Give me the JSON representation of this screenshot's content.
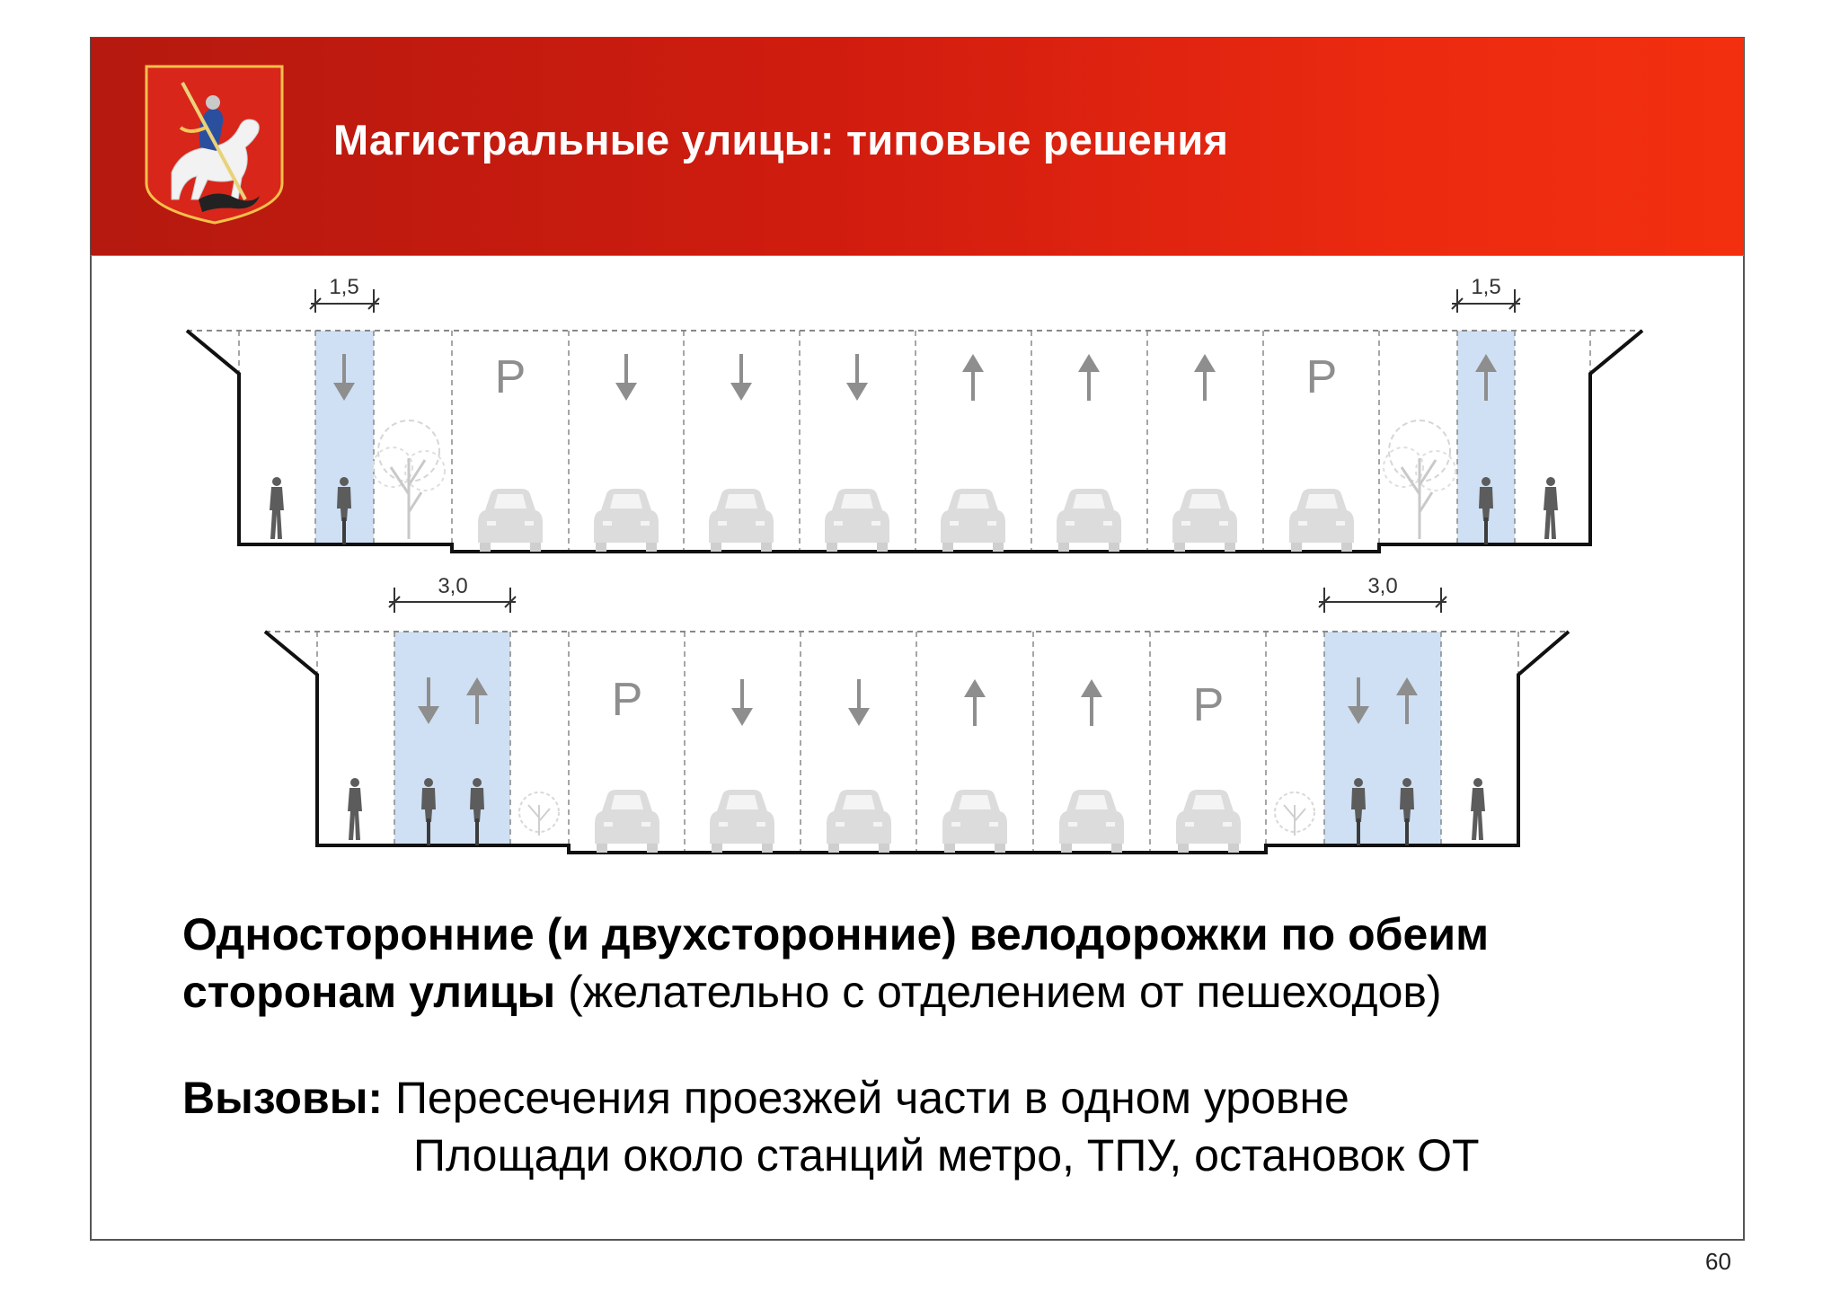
{
  "header": {
    "title": "Магистральные улицы: типовые решения",
    "emblem_icon": "moscow-coat-of-arms-icon",
    "gradient_colors": [
      "#b5190f",
      "#f2300f"
    ]
  },
  "cross_section_top": {
    "dimension_left": "1,5",
    "dimension_right": "1,5",
    "lane_symbols": [
      "P",
      "down-arrow",
      "down-arrow",
      "down-arrow",
      "up-arrow",
      "up-arrow",
      "up-arrow",
      "P"
    ],
    "bike_lane_color": "#cfe0f4"
  },
  "cross_section_bottom": {
    "dimension_left": "3,0",
    "dimension_right": "3,0",
    "lane_symbols": [
      "P",
      "down-arrow",
      "down-arrow",
      "up-arrow",
      "up-arrow",
      "P"
    ],
    "bike_lane_color": "#cfe0f4"
  },
  "caption": {
    "line1_bold": "Односторонние (и двухсторонние) велодорожки по обеим",
    "line2_bold": "сторонам улицы",
    "line2_normal": " (желательно с отделением от пешеходов)"
  },
  "challenges": {
    "label": "Вызовы:",
    "item1": "Пересечения проезжей части в одном уровне",
    "item2": "Площади около станций метро, ТПУ, остановок ОТ"
  },
  "page_number": "60"
}
